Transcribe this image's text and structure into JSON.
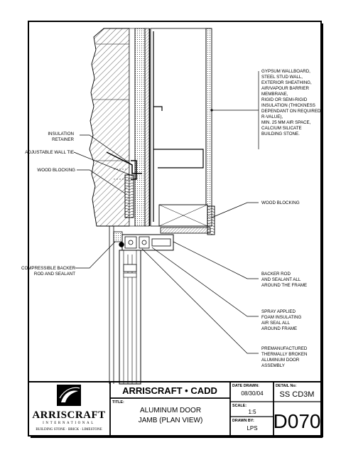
{
  "annotations": {
    "left": {
      "insulation_retainer": [
        "INSULATION",
        "RETAINER"
      ],
      "adjustable_wall_tie": [
        "ADJUSTABLE WALL TIE"
      ],
      "wood_blocking": [
        "WOOD BLOCKING"
      ],
      "backer_rod": [
        "COMPRESSIBLE BACKER",
        "ROD AND SEALANT"
      ]
    },
    "right": {
      "wall_assembly": [
        "GYPSUM WALLBOARD,",
        "STEEL STUD WALL,",
        "EXTERIOR SHEATHING,",
        "AIR/VAPOUR BARRIER",
        "MEMBRANE,",
        "RIGID OR SEMI-RIGID",
        "INSULATION (THICKNESS",
        "DEPENDANT ON REQUIRED",
        "R-VALUE),",
        "MIN. 25 MM AIR SPACE,",
        "CALCIUM SILICATE",
        "BUILDING STONE."
      ],
      "wood_blocking": [
        "WOOD BLOCKING"
      ],
      "backer_rod_sealant": [
        "BACKER ROD",
        "AND SEALANT ALL",
        "AROUND THE FRAME"
      ],
      "spray_foam": [
        "SPRAY APPLIED",
        "FOAM INSULATING",
        "AIR SEAL ALL",
        "AROUND FRAME"
      ],
      "frame": [
        "PREMANUFACTURED",
        "THERMALLY BROKEN",
        "ALUMINUM DOOR",
        "ASSEMBLY"
      ]
    }
  },
  "title_block": {
    "company": "ARRISCRAFT • CADD",
    "title_label": "TITLE:",
    "title": [
      "ALUMINUM DOOR",
      "JAMB (PLAN VIEW)"
    ],
    "date_label": "DATE DRAWN:",
    "date": "08/30/04",
    "scale_label": "SCALE:",
    "scale": "1:5",
    "drawn_by_label": "DRAWN BY:",
    "drawn_by": "LPS",
    "detail_label": "DETAIL No:",
    "detail_code": "SS CD3M",
    "drawing_number": "D070"
  },
  "logo": {
    "word": "ARRISCRAFT",
    "sub": "INTERNATIONAL",
    "tagline": "BUILDING STONE · BRICK · LIMESTONE"
  }
}
